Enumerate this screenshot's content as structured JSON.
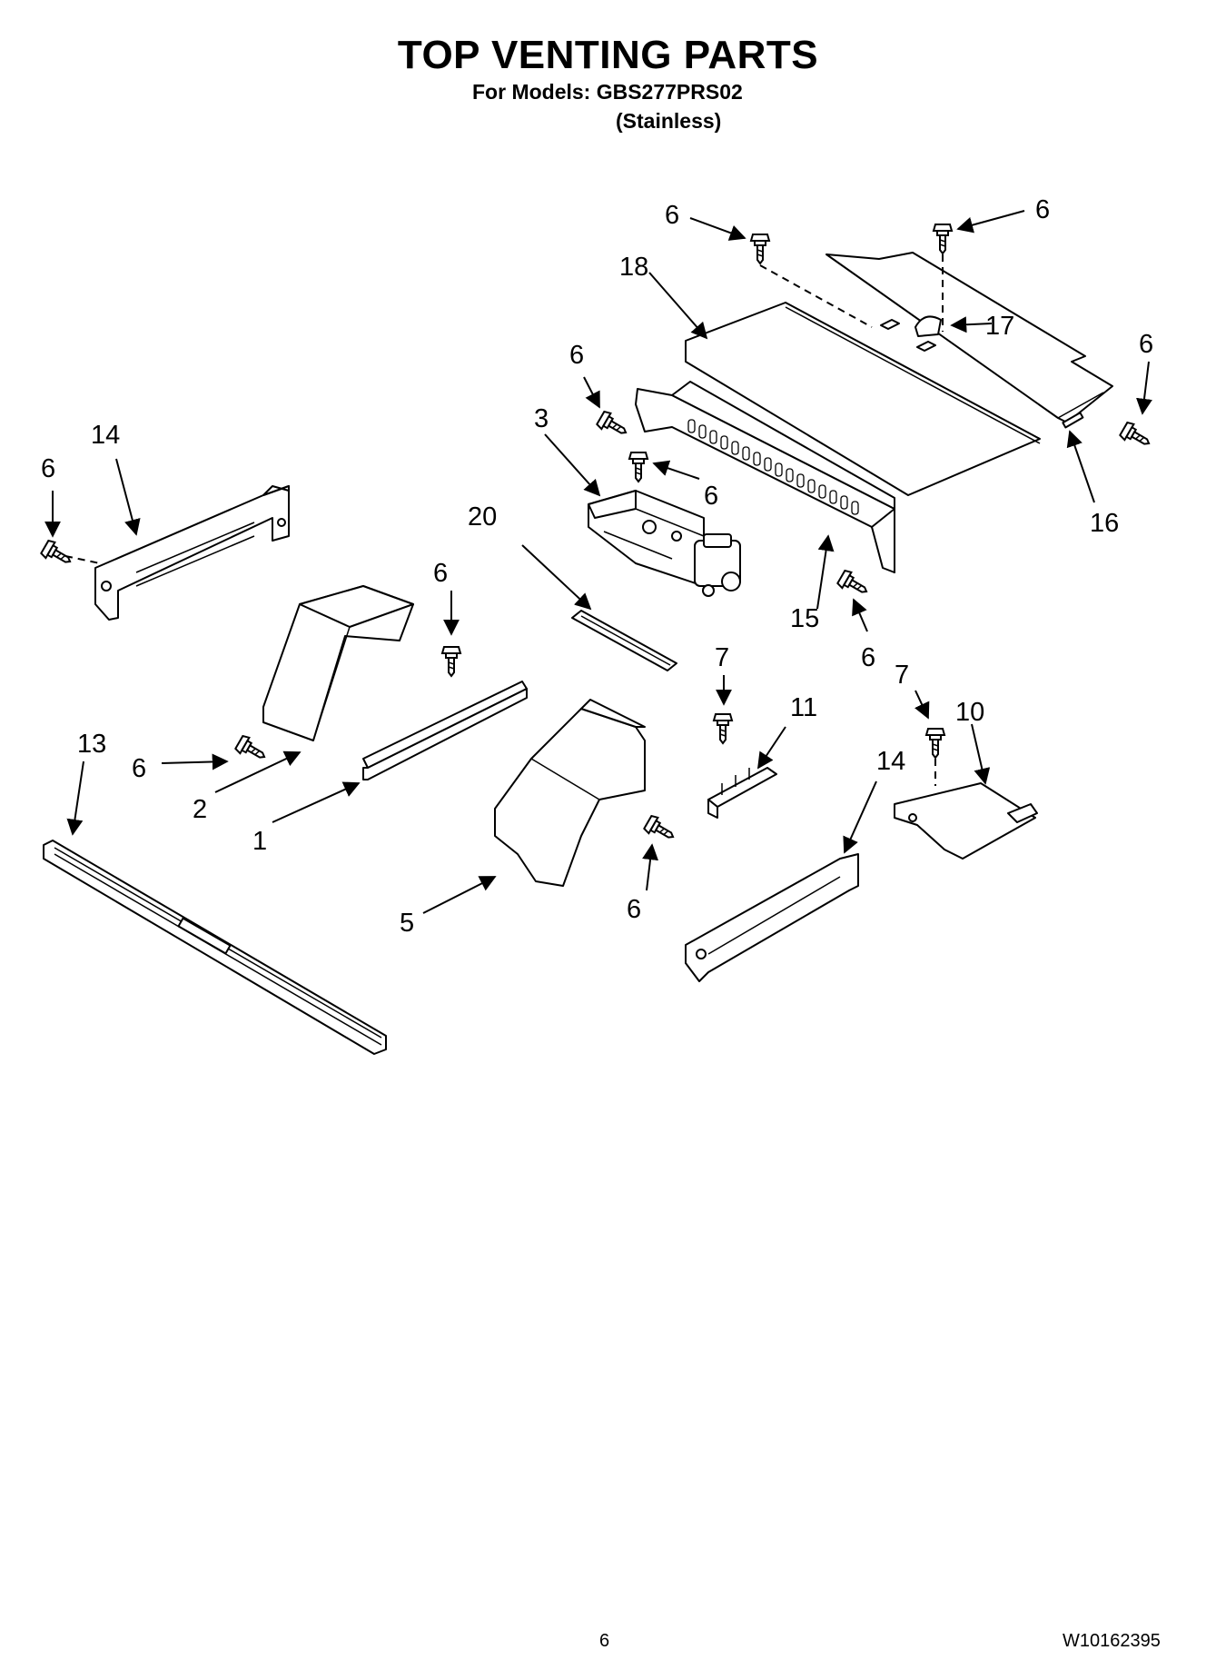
{
  "header": {
    "title": "TOP VENTING PARTS",
    "subtitle": "For Models: GBS277PRS02",
    "variant": "(Stainless)"
  },
  "callouts": {
    "p1": "1",
    "p2": "2",
    "p3": "3",
    "p5": "5",
    "p6": "6",
    "p7": "7",
    "p10": "10",
    "p11": "11",
    "p13": "13",
    "p14": "14",
    "p15": "15",
    "p16": "16",
    "p17": "17",
    "p18": "18",
    "p20": "20"
  },
  "footer": {
    "page_number": "6",
    "document_number": "W10162395"
  }
}
